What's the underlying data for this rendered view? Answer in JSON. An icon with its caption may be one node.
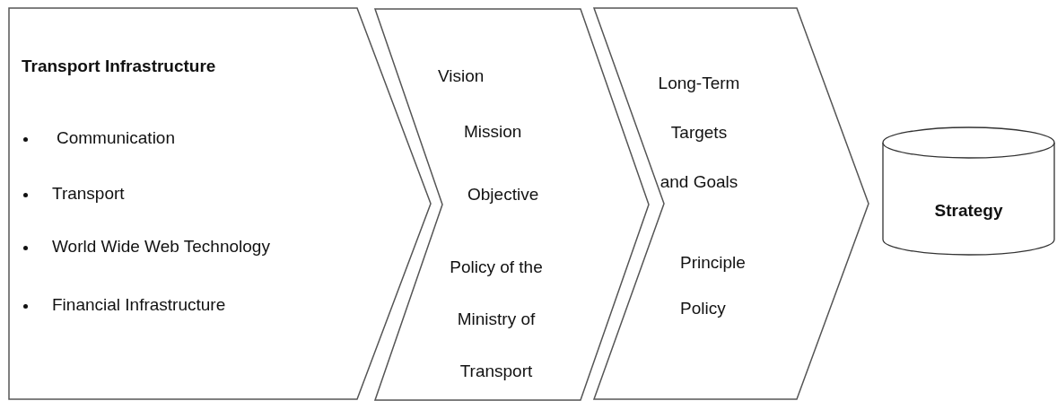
{
  "diagram": {
    "nodes": [
      {
        "text": [
          "Transport Infrastructure",
          "Communication",
          "Transport",
          "World Wide Web Technology",
          "Financial Infrastructure"
        ]
      },
      {
        "text": [
          "Vision",
          "Mission",
          "Objective",
          "Policy of the Ministry of Transport"
        ]
      },
      {
        "text": [
          "Long-Term Targets and Goals",
          "Principle",
          "Policy"
        ]
      },
      {
        "text": [
          "Strategy"
        ]
      }
    ]
  }
}
